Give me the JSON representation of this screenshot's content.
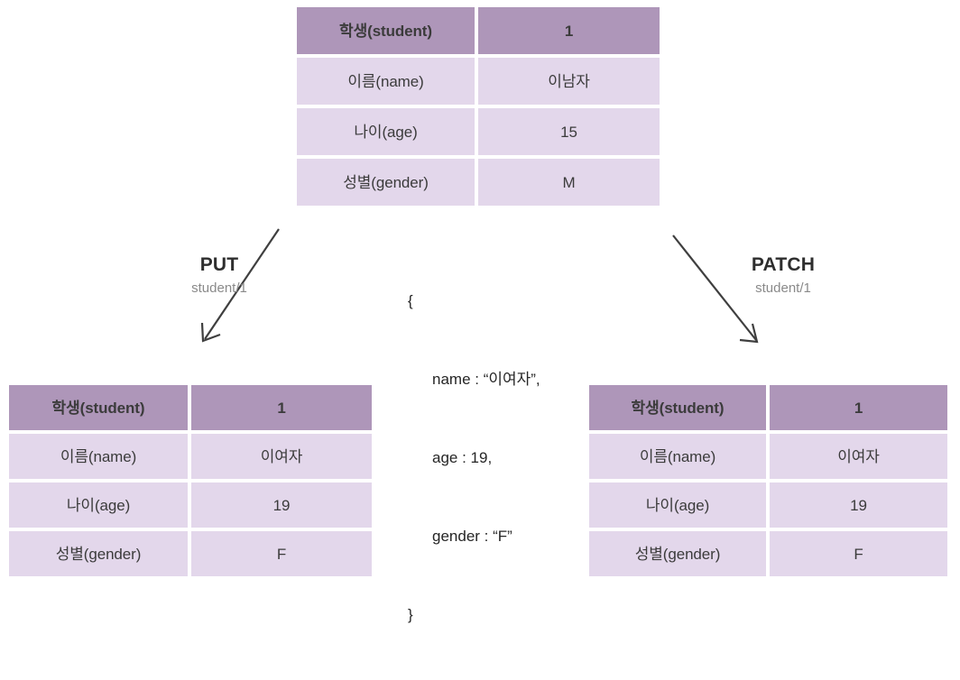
{
  "diagram": {
    "title": "PUT vs PATCH student record update",
    "colors": {
      "header_bg": "#ae96b9",
      "cell_bg": "#e3d7eb",
      "text": "#3b3b3b",
      "arrow": "#3f3f3f",
      "method_label": "#2e2e2e",
      "method_path": "#8a8a8a",
      "background": "#ffffff"
    }
  },
  "tables": {
    "original": {
      "header": {
        "key": "학생(student)",
        "value": "1"
      },
      "rows": [
        {
          "key": "이름(name)",
          "value": "이남자"
        },
        {
          "key": "나이(age)",
          "value": "15"
        },
        {
          "key": "성별(gender)",
          "value": "M"
        }
      ]
    },
    "put_result": {
      "header": {
        "key": "학생(student)",
        "value": "1"
      },
      "rows": [
        {
          "key": "이름(name)",
          "value": "이여자"
        },
        {
          "key": "나이(age)",
          "value": "19"
        },
        {
          "key": "성별(gender)",
          "value": "F"
        }
      ]
    },
    "patch_result": {
      "header": {
        "key": "학생(student)",
        "value": "1"
      },
      "rows": [
        {
          "key": "이름(name)",
          "value": "이여자"
        },
        {
          "key": "나이(age)",
          "value": "19"
        },
        {
          "key": "성별(gender)",
          "value": "F"
        }
      ]
    }
  },
  "payload": {
    "open_brace": "{",
    "lines": [
      "name : “이여자”,",
      "age : 19,",
      "gender : “F”"
    ],
    "close_brace": "}"
  },
  "methods": {
    "put": {
      "name": "PUT",
      "path": "student/1"
    },
    "patch": {
      "name": "PATCH",
      "path": "student/1"
    }
  },
  "icons": {
    "arrow_put": "arrow-down-left-icon",
    "arrow_patch": "arrow-down-right-icon"
  }
}
